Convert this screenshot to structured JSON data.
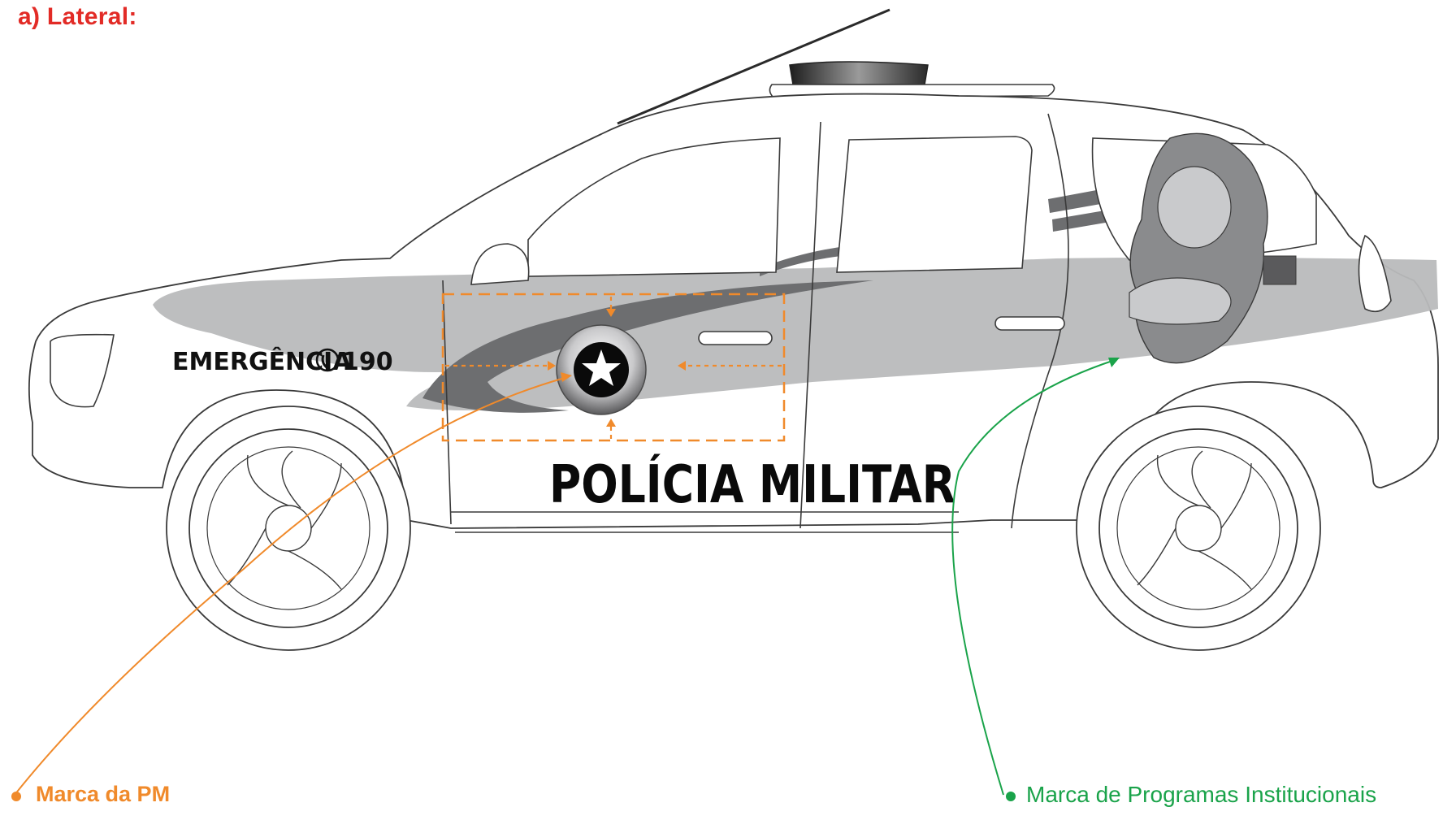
{
  "heading": "a) Lateral:",
  "vehicle": {
    "door_text": "POLÍCIA MILITAR",
    "fender_text_left": "EMERGÊNCIA",
    "fender_text_right": "190",
    "phone_icon": "phone-icon"
  },
  "callouts": [
    {
      "label": "Marca da PM",
      "color": "#f08a2b"
    },
    {
      "label": "Marca de Programas Institucionais",
      "color": "#1aa34a"
    }
  ],
  "colors": {
    "heading": "#e22b26",
    "stripe_light": "#b9babc",
    "stripe_dark": "#6d6e70",
    "outline": "#3a3a3a"
  }
}
